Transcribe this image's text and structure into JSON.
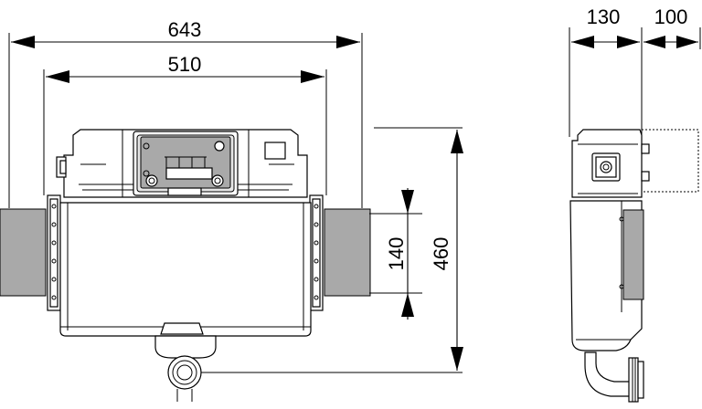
{
  "dimensions": {
    "overall_width": "643",
    "frame_width": "510",
    "depth_module": "130",
    "depth_extra": "100",
    "flush_height": "140",
    "total_height": "460"
  }
}
